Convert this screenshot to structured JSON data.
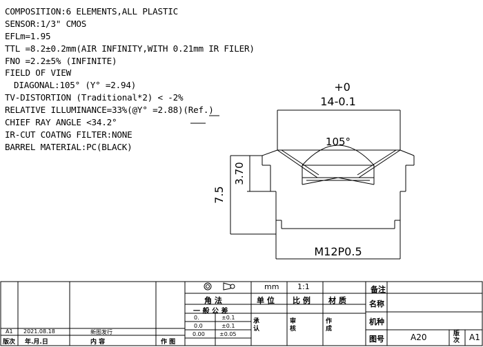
{
  "specs": [
    "COMPOSITION:6 ELEMENTS,ALL PLASTIC",
    "SENSOR:1/3\" CMOS",
    "EFLm=1.95",
    "TTL =8.2±0.2mm(AIR INFINITY,WITH 0.21mm IR FILER)",
    "FNO =2.2±5% (INFINITE)",
    "FIELD OF VIEW",
    "DIAGONAL:105° (Y° =2.94)",
    "TV-DISTORTION (Traditional*2) < -2%",
    "RELATIVE ILLUMINANCE=33%(@Y° =2.88)(Ref.)",
    "CHIEF RAY ANGLE <34.2°",
    "IR-CUT COATNG FILTER:NONE",
    "BARREL MATERIAL:PC(BLACK)"
  ],
  "drawing": {
    "tol_upper": "+0",
    "width_dim": "14-0.1",
    "angle": "105°",
    "dim_3_70": "3.70",
    "dim_7_5": "7.5",
    "thread": "M12P0.5"
  },
  "title_block": {
    "unit": "mm",
    "scale": "1:1",
    "remark_label": "备注",
    "angle_method": "角    法",
    "unit_label": "单  位",
    "scale_label": "比  例",
    "material_label": "材  质",
    "name_label": "名称",
    "tolerance_title": "一  般  公  差",
    "tol_rows": [
      {
        "digits": "0.",
        "tol": "±0.1"
      },
      {
        "digits": "0.0",
        "tol": "±0.1"
      },
      {
        "digits": "0.00",
        "tol": "±0.05"
      }
    ],
    "approve": "承认",
    "review": "审核",
    "author": "作成",
    "model_label": "机种",
    "drawing_no_label": "图号",
    "drawing_no": "A20",
    "rev_label": "版次",
    "rev": "A1",
    "history": {
      "rev": "A1",
      "date": "2021.08.18",
      "content": "新图发行"
    },
    "history_header": {
      "rev": "版次",
      "date": "年.月.日",
      "content": "内        容",
      "author": "作 图"
    }
  }
}
